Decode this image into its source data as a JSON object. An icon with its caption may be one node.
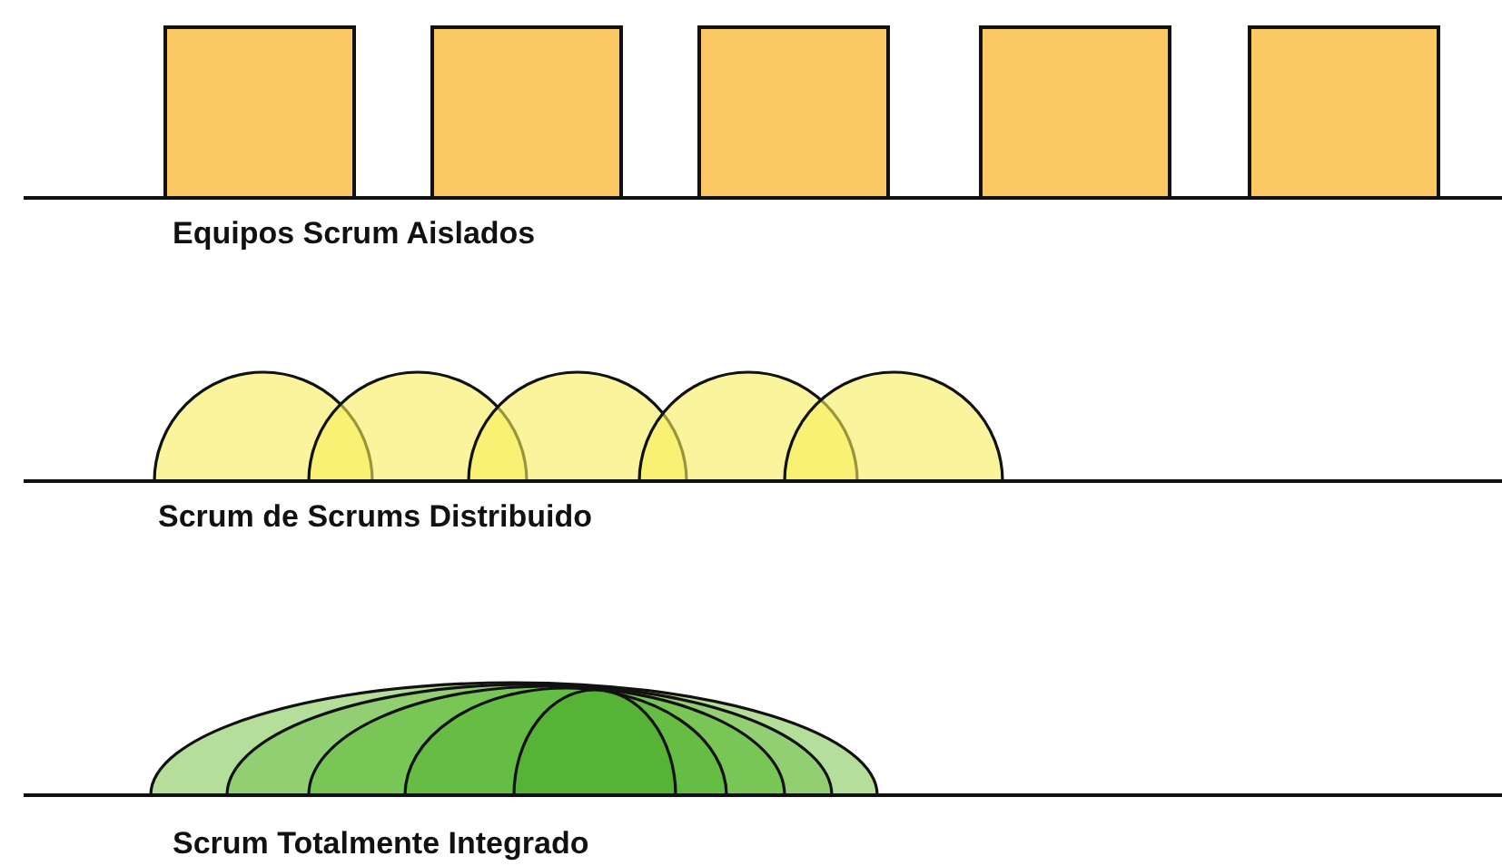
{
  "diagram": {
    "labels": [
      "Equipos Scrum Aislados",
      "Scrum de Scrums Distribuido",
      "Scrum Totalmente Integrado"
    ]
  }
}
